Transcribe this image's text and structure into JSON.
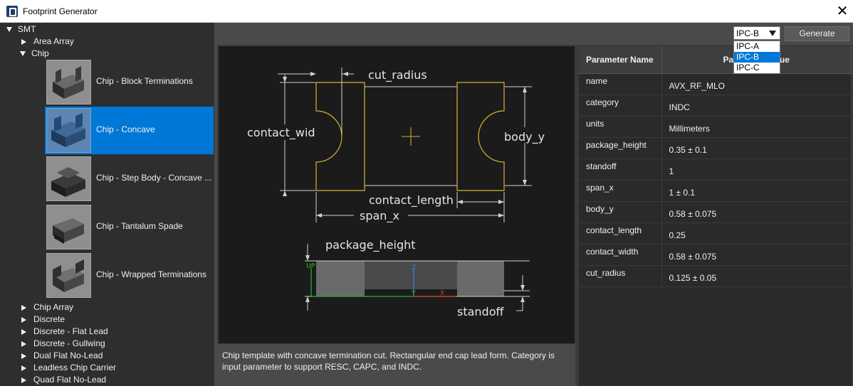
{
  "window": {
    "title": "Footprint Generator"
  },
  "tree": {
    "root": "SMT",
    "items_before": [
      "Area Array",
      "Chip"
    ],
    "chip_children": [
      {
        "label": "Chip - Block Terminations"
      },
      {
        "label": "Chip - Concave"
      },
      {
        "label": "Chip - Step Body - Concave ..."
      },
      {
        "label": "Chip - Tantalum Spade"
      },
      {
        "label": "Chip - Wrapped Terminations"
      }
    ],
    "items_after": [
      "Chip Array",
      "Discrete",
      "Discrete - Flat Lead",
      "Discrete - Gullwing",
      "Dual Flat No-Lead",
      "Leadless Chip Carrier",
      "Quad Flat No-Lead"
    ],
    "selected_index": 1
  },
  "toolbar": {
    "density_value": "IPC-B",
    "density_options": [
      "IPC-A",
      "IPC-B",
      "IPC-C"
    ],
    "generate_label": "Generate"
  },
  "diagram": {
    "labels": {
      "cut_radius": "cut_radius",
      "contact_wid": "contact_wid",
      "body_y": "body_y",
      "contact_length": "contact_length",
      "span_x": "span_x",
      "package_height": "package_height",
      "standoff": "standoff",
      "up": "UP",
      "z": "Z",
      "y": "Y",
      "x": "X"
    }
  },
  "description": "Chip template with concave termination cut. Rectangular end cap lead form. Category is input parameter to support RESC, CAPC, and INDC.",
  "params": {
    "header_name": "Parameter Name",
    "header_value": "Parameter Value",
    "rows": [
      {
        "name": "name",
        "value": "AVX_RF_MLO"
      },
      {
        "name": "category",
        "value": "INDC"
      },
      {
        "name": "units",
        "value": "Millimeters"
      },
      {
        "name": "package_height",
        "value": "0.35 ± 0.1"
      },
      {
        "name": "standoff",
        "value": "1"
      },
      {
        "name": "span_x",
        "value": "1 ± 0.1"
      },
      {
        "name": "body_y",
        "value": "0.58 ± 0.075"
      },
      {
        "name": "contact_length",
        "value": "0.25"
      },
      {
        "name": "contact_width",
        "value": "0.58 ± 0.075"
      },
      {
        "name": "cut_radius",
        "value": "0.125 ± 0.05"
      }
    ]
  }
}
